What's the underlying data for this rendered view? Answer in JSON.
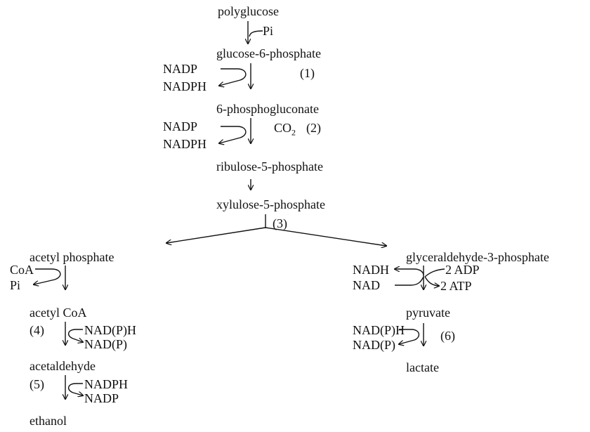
{
  "pathway": {
    "polyglucose": "polyglucose",
    "pi_top": "Pi",
    "g6p": "glucose-6-phosphate",
    "nadp1": "NADP",
    "nadph1": "NADPH",
    "step1": "(1)",
    "pg6": "6-phosphogluconate",
    "nadp2": "NADP",
    "nadph2": "NADPH",
    "co2": "CO",
    "co2_sub": "2",
    "step2": "(2)",
    "ru5p": "ribulose-5-phosphate",
    "xu5p": "xylulose-5-phosphate",
    "step3": "(3)"
  },
  "left_branch": {
    "acetyl_phosphate": "acetyl phosphate",
    "coa": "CoA",
    "pi": "Pi",
    "acetyl_coa": "acetyl CoA",
    "step4": "(4)",
    "nadph_4": "NAD(P)H",
    "nadp_4": "NAD(P)",
    "acetaldehyde": "acetaldehyde",
    "step5": "(5)",
    "nadph_5": "NADPH",
    "nadp_5": "NADP",
    "ethanol": "ethanol"
  },
  "right_branch": {
    "gap": "glyceraldehyde-3-phosphate",
    "nadh": "NADH",
    "nad": "NAD",
    "adp": "2 ADP",
    "atp": "2 ATP",
    "pyruvate": "pyruvate",
    "nadph_6": "NAD(P)H",
    "nadp_6": "NAD(P)",
    "step6": "(6)",
    "lactate": "lactate"
  }
}
